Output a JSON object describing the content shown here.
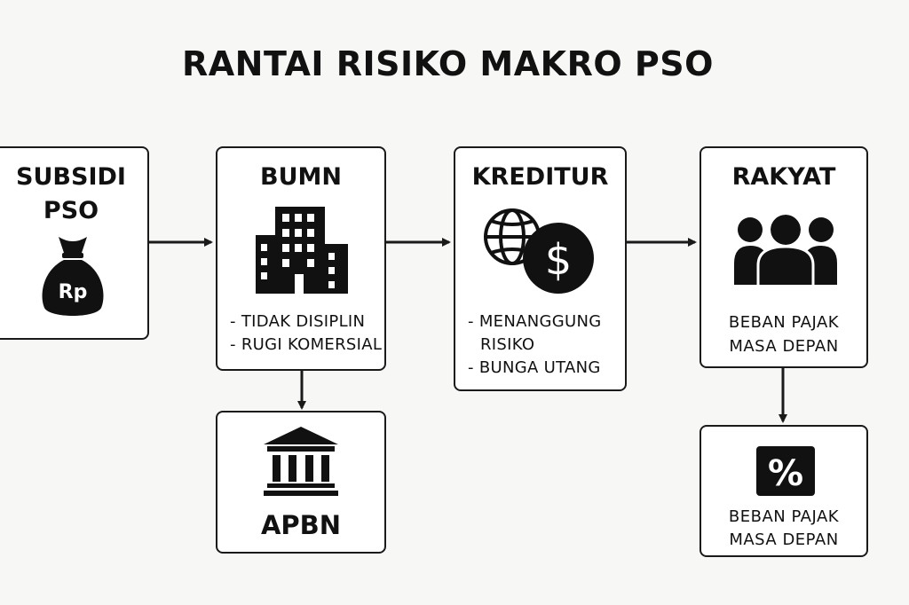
{
  "title": "RANTAI RISIKO MAKRO PSO",
  "nodes": {
    "subsidi": {
      "title_line1": "SUBSIDI",
      "title_line2": "PSO",
      "icon": "money-bag-icon",
      "icon_text": "Rp"
    },
    "bumn": {
      "title": "BUMN",
      "icon": "office-building-icon",
      "bullets": [
        "TIDAK DISIPLIN",
        "RUGI KOMERSIAL"
      ]
    },
    "apbn": {
      "title": "APBN",
      "icon": "government-building-icon"
    },
    "kreditur": {
      "title": "KREDITUR",
      "icon": "globe-dollar-icon",
      "icon_text": "$",
      "bullets": [
        "MENANGGUNG",
        "RISIKO",
        "BUNGA UTANG"
      ]
    },
    "rakyat": {
      "title": "RAKYAT",
      "icon": "people-group-icon",
      "caption_line1": "BEBAN PAJAK",
      "caption_line2": "MASA DEPAN"
    },
    "pajak": {
      "icon": "percent-icon",
      "icon_text": "%",
      "caption_line1": "BEBAN PAJAK",
      "caption_line2": "MASA DEPAN"
    }
  },
  "bullet_marker": "-",
  "colors": {
    "stroke": "#1a1a1a",
    "fill": "#111111",
    "background": "#f7f7f5",
    "box": "#ffffff"
  }
}
